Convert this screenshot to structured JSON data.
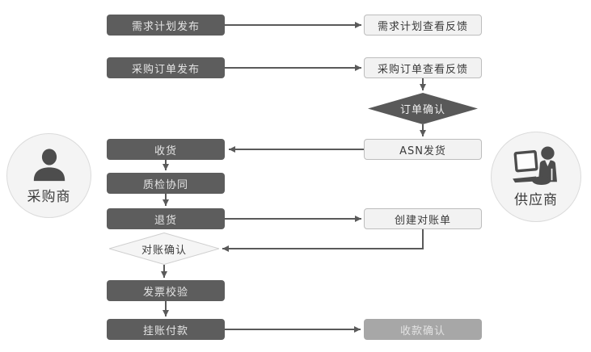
{
  "actors": {
    "buyer": {
      "label": "采购商",
      "icon": "person-icon"
    },
    "supplier": {
      "label": "供应商",
      "icon": "person-laptop-icon"
    }
  },
  "buyer_lane": {
    "demand_plan_publish": "需求计划发布",
    "po_publish": "采购订单发布",
    "receiving": "收货",
    "quality_collab": "质检协同",
    "returns": "退货",
    "reconciliation_confirm": "对账确认",
    "invoice_verify": "发票校验",
    "payment": "挂账付款"
  },
  "supplier_lane": {
    "demand_plan_feedback": "需求计划查看反馈",
    "po_feedback": "采购订单查看反馈",
    "order_confirm": "订单确认",
    "asn_ship": "ASN发货",
    "create_statement": "创建对账单",
    "receipt_confirm": "收款确认"
  },
  "colors": {
    "node_dark": "#5d5d5d",
    "node_light_bg": "#f2f2f2",
    "node_light_border": "#bdbdbd",
    "node_muted": "#a7a7a7",
    "connector": "#5a5a5a"
  }
}
